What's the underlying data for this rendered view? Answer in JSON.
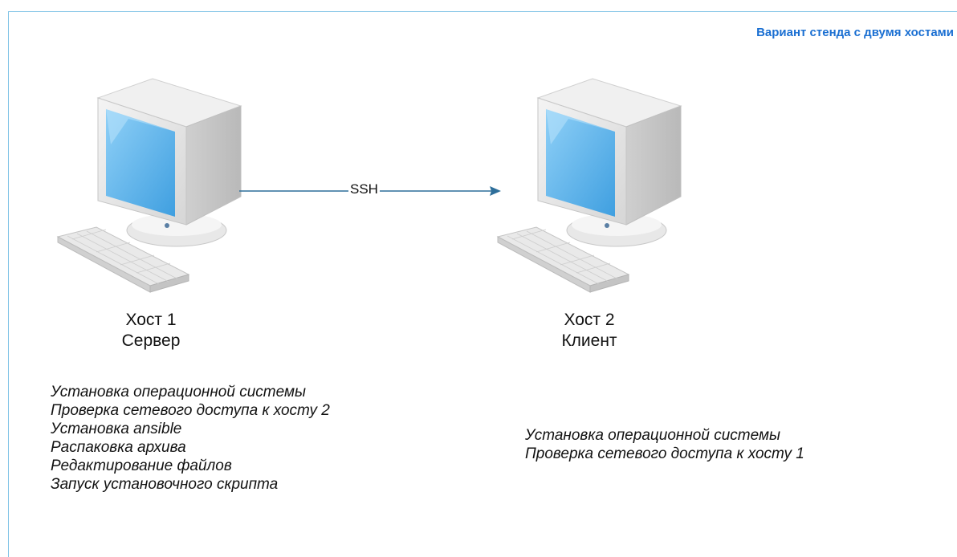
{
  "title": "Вариант стенда с двумя хостами",
  "connection": {
    "label": "SSH"
  },
  "hosts": [
    {
      "name": "Хост 1",
      "role": "Сервер",
      "tasks": [
        "Установка операционной системы",
        "Проверка сетевого доступа к хосту 2",
        "Установка ansible",
        "Распаковка архива",
        "Редактирование файлов",
        "Запуск установочного скрипта"
      ]
    },
    {
      "name": "Хост 2",
      "role": "Клиент",
      "tasks": [
        "Установка операционной системы",
        "Проверка сетевого доступа к хосту 1"
      ]
    }
  ],
  "colors": {
    "title": "#1a6fd2",
    "frame": "#7fc3e6",
    "connector": "#2d6e9a",
    "screen": "#5ab2ec"
  },
  "icons": [
    "computer-icon",
    "keyboard-icon",
    "arrow-icon"
  ]
}
